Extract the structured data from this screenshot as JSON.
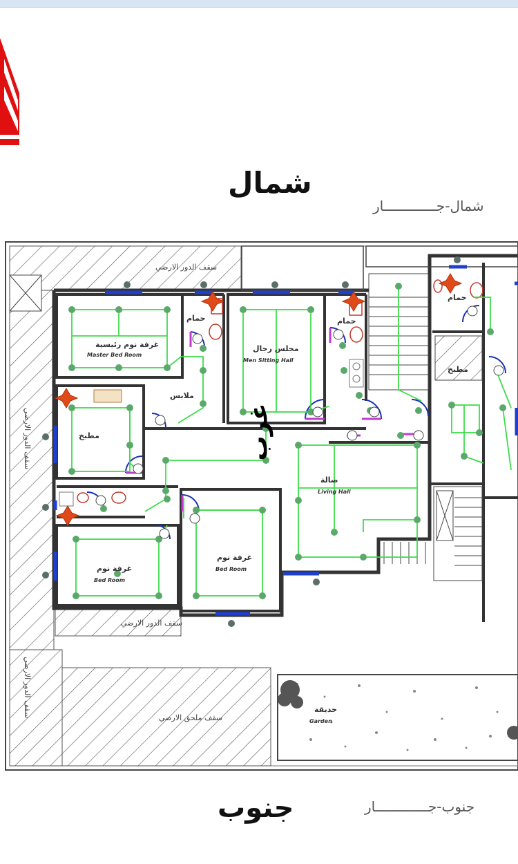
{
  "compass": {
    "north": "شمال",
    "south": "جنوب",
    "west": "غرب"
  },
  "neighbors": {
    "north": "شمال-جـــــــــــــار",
    "south": "جنوب-جـــــــــــــار"
  },
  "rooms": {
    "master_bedroom": {
      "ar": "غرفة نوم رئيسية",
      "en": "Master Bed Room"
    },
    "men_sitting": {
      "ar": "مجلس رجال",
      "en": "Men Sitting Hall"
    },
    "bath_1": {
      "ar": "حمام"
    },
    "bath_2": {
      "ar": "حمام"
    },
    "bath_3": {
      "ar": "حمام"
    },
    "dressing": {
      "ar": "ملابس"
    },
    "kitchen_small": {
      "ar": "مطبخ"
    },
    "kitchen_main": {
      "ar": "مطبخ"
    },
    "living_hall": {
      "ar": "صالة",
      "en": "Living Hall"
    },
    "bedroom_1": {
      "ar": "غرفة نوم",
      "en": "Bed Room"
    },
    "bedroom_2": {
      "ar": "غرفة نوم",
      "en": "Bed Room"
    },
    "garden": {
      "ar": "حديقة",
      "en": "Garden"
    }
  },
  "roofs": {
    "ground_roof_top": "سقف الدور الارضي",
    "ground_roof_left_1": "سقف الدور الارضي",
    "ground_roof_left_2": "سقف الدور الارضي",
    "ground_roof_mid": "سقف الدور الارضي",
    "annex_roof": "سقف ملحق الارضي"
  },
  "colors": {
    "wire": "#3ddc4a",
    "fixture": "#5aa96a",
    "window": "#1f3fd1",
    "door": "#1a2fb8",
    "door_hinge": "#c23bd1",
    "exhaust": "#e04a1a",
    "logo": "#e01010"
  }
}
